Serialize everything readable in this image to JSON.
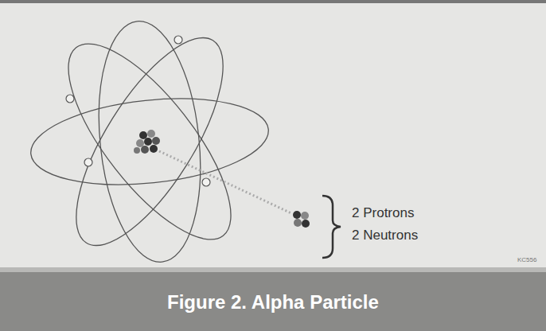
{
  "diagram": {
    "caption": "Figure 2. Alpha Particle",
    "labels": [
      "2 Protrons",
      "2 Neutrons",
      "KC556"
    ]
  }
}
